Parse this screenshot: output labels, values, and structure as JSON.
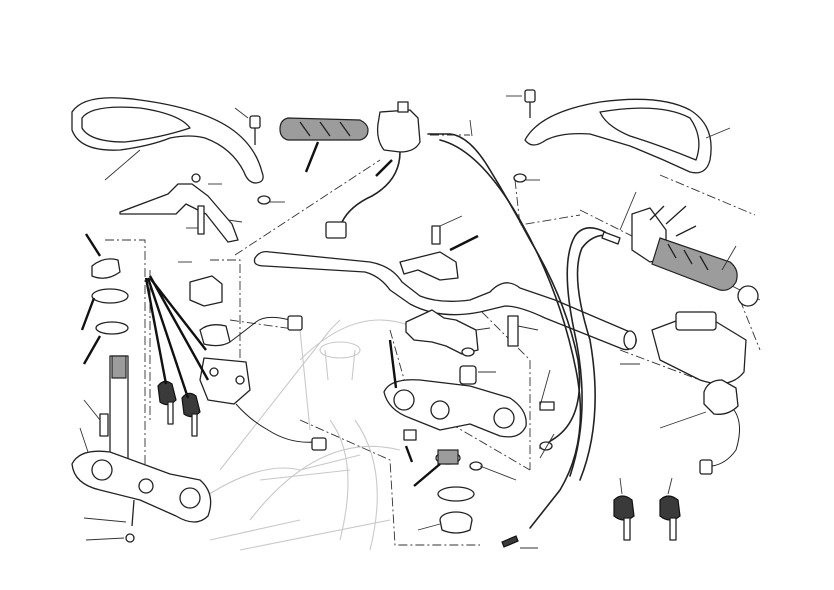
{
  "diagram": {
    "kind": "exploded-parts-drawing",
    "subject": "handlebar-and-controls",
    "colors": {
      "line": "#222222",
      "shade": "#9c9c9c",
      "frame": "#c9c9c9",
      "background": "#ffffff"
    },
    "parts": [
      "left-mirror",
      "right-mirror",
      "left-grip",
      "right-grip",
      "left-switch-assembly",
      "right-switch-assembly",
      "handlebar",
      "throttle-cable",
      "clutch-lever-bracket",
      "upper-triple-clamp",
      "lower-triple-clamp",
      "steering-stem",
      "ignition-switch",
      "ignition-keys",
      "handlebar-risers",
      "steering-bearing",
      "ring-nut",
      "brake-master-cylinder"
    ]
  }
}
